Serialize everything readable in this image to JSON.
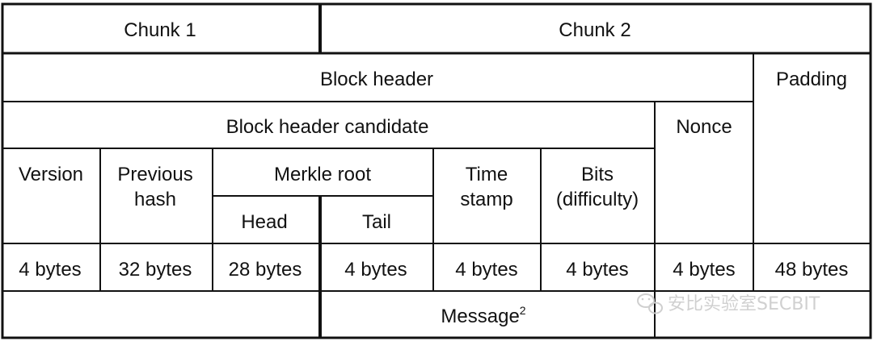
{
  "chunks": [
    "Chunk 1",
    "Chunk 2"
  ],
  "block_header": "Block header",
  "padding": "Padding",
  "candidate": "Block header candidate",
  "nonce": "Nonce",
  "fields": {
    "version": "Version",
    "previous_hash_line1": "Previous",
    "previous_hash_line2": "hash",
    "merkle_root": "Merkle root",
    "head": "Head",
    "tail": "Tail",
    "time_stamp_line1": "Time",
    "time_stamp_line2": "stamp",
    "bits_line1": "Bits",
    "bits_line2": "(difficulty)"
  },
  "sizes": [
    "4 bytes",
    "32 bytes",
    "28 bytes",
    "4 bytes",
    "4 bytes",
    "4 bytes",
    "4 bytes",
    "48 bytes"
  ],
  "message": "Message",
  "message_footnote": "2",
  "watermark": "安比实验室SECBIT"
}
